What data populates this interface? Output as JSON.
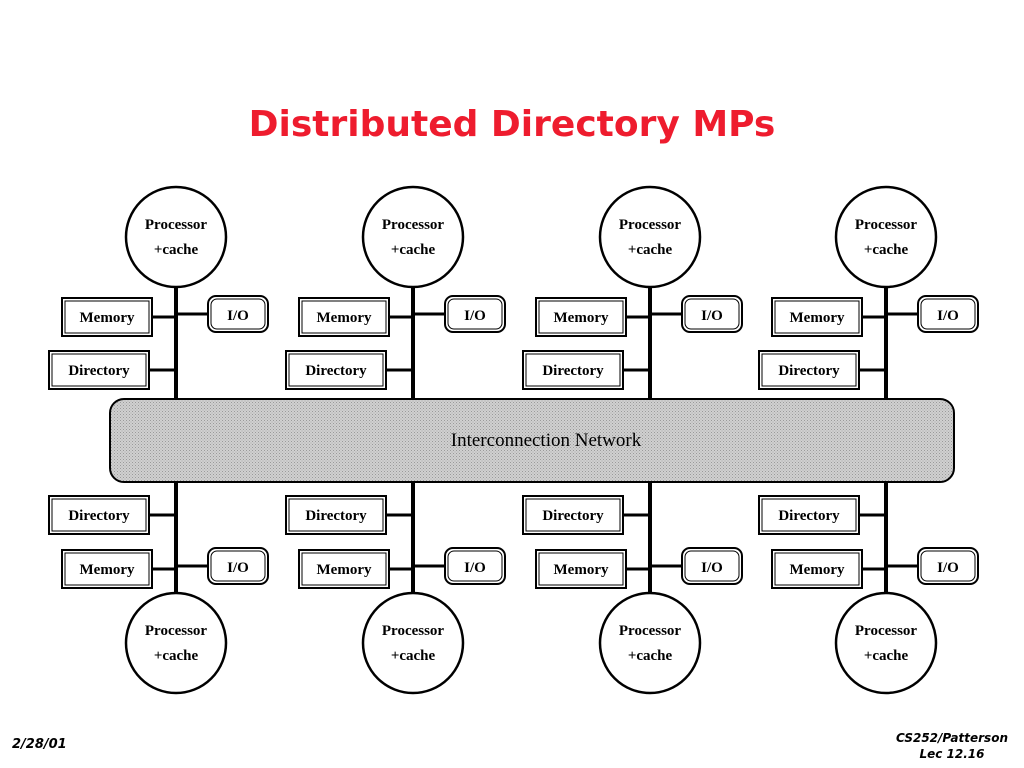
{
  "title": "Distributed Directory MPs",
  "network": {
    "label": "Interconnection Network"
  },
  "top_nodes": [
    {
      "processor": "Processor",
      "cache": "+cache",
      "memory": "Memory",
      "directory": "Directory",
      "io": "I/O"
    },
    {
      "processor": "Processor",
      "cache": "+cache",
      "memory": "Memory",
      "directory": "Directory",
      "io": "I/O"
    },
    {
      "processor": "Processor",
      "cache": "+cache",
      "memory": "Memory",
      "directory": "Directory",
      "io": "I/O"
    },
    {
      "processor": "Processor",
      "cache": "+cache",
      "memory": "Memory",
      "directory": "Directory",
      "io": "I/O"
    }
  ],
  "bottom_nodes": [
    {
      "processor": "Processor",
      "cache": "+cache",
      "memory": "Memory",
      "directory": "Directory",
      "io": "I/O"
    },
    {
      "processor": "Processor",
      "cache": "+cache",
      "memory": "Memory",
      "directory": "Directory",
      "io": "I/O"
    },
    {
      "processor": "Processor",
      "cache": "+cache",
      "memory": "Memory",
      "directory": "Directory",
      "io": "I/O"
    },
    {
      "processor": "Processor",
      "cache": "+cache",
      "memory": "Memory",
      "directory": "Directory",
      "io": "I/O"
    }
  ],
  "footer": {
    "date": "2/28/01",
    "course": "CS252/Patterson",
    "lecture": "Lec 12.16"
  },
  "colors": {
    "title": "#ee1c2e",
    "network_fill": "#c4c4c4",
    "line": "#000000"
  }
}
